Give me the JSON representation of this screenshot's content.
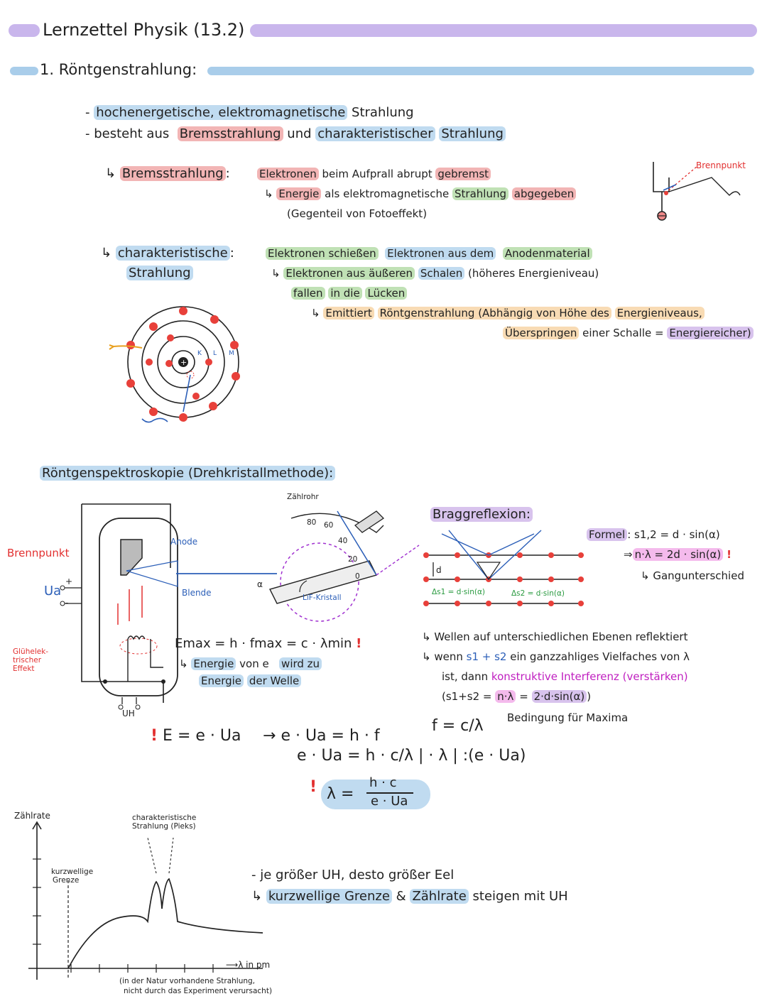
{
  "colors": {
    "purple": "#c9b6ec",
    "blue": "#a9cdea",
    "red": "#e23030",
    "dot": "#e8403a",
    "arrow_blue": "#2c5fb8",
    "magenta": "#c020c0"
  },
  "title": "Lernzettel Physik (13.2)",
  "section1": "1. Röntgenstrahlung:",
  "bullets": [
    {
      "dash": "-",
      "a": "hochenergetische, elektromagnetische",
      "b": "Strahlung"
    },
    {
      "dash": "-",
      "a": "besteht aus",
      "b": "Bremsstrahlung",
      "c": "und",
      "d": "charakteristischer",
      "e": "Strahlung"
    }
  ],
  "brems": {
    "label": "Bremsstrahlung",
    "colon": ":",
    "line1": [
      "Elektronen",
      "beim Aufprall abrupt",
      "gebremst"
    ],
    "line2": [
      "Energie",
      "als elektromagnetische",
      "Strahlung",
      "abgegeben"
    ],
    "line3": "(Gegenteil von Fotoeffekt)",
    "focal": "Brennpunkt"
  },
  "charak": {
    "label1": "charakteristische",
    "label2": "Strahlung",
    "colon": ":",
    "line1": [
      "Elektronen schießen",
      "Elektronen aus dem",
      "Anodenmaterial"
    ],
    "line2": [
      "Elektronen aus äußeren",
      "Schalen",
      "(höheres Energieniveau)"
    ],
    "line3": [
      "fallen",
      "in die",
      "Lücken"
    ],
    "line4": [
      "Emittiert",
      "Röntgenstrahlung (Abhängig von Höhe des",
      "Energieniveaus,"
    ],
    "line5": [
      "Überspringen",
      "einer Schalle =",
      "Energiereicher)"
    ],
    "shells": [
      "K",
      "L",
      "M"
    ],
    "plus": "+"
  },
  "spectro": {
    "title": "Röntgenspektroskopie (Drehkristallmethode):",
    "anode": "Anode",
    "blende": "Blende",
    "focal": "Brennpunkt",
    "ua": "Ua",
    "gluh": [
      "Glühelek-",
      "trischer",
      "Effekt"
    ],
    "uh": "UH",
    "plus": "+",
    "minus": "-",
    "zaehlrohr": "Zählrohr",
    "lif": "LiF-Kristall",
    "alpha": "α",
    "scale": [
      "80",
      "60",
      "40",
      "20",
      "0"
    ]
  },
  "bragg": {
    "title": "Braggreflexion:",
    "formel_label": "Formel",
    "formel": "s1,2 = d · sin(α)",
    "formel2": "n·λ = 2d · sin(α)",
    "excl": "!",
    "gang": "Gangunterschied",
    "d": "d",
    "s1": "Δs1 = d·sin(α)",
    "s2": "Δs2 = d·sin(α)",
    "l1": "Wellen auf unterschiedlichen Ebenen reflektiert",
    "l2a": "wenn",
    "l2b": "s1 + s2",
    "l2c": "ein ganzzahliges Vielfaches von λ",
    "l3a": "ist, dann",
    "l3b": "konstruktive Interferenz (verstärken)",
    "l4a": "(s1+s2 =",
    "l4b": "n·λ",
    "l4c": "=",
    "l4d": "2·d·sin(α)",
    "l4e": ")",
    "l5": "Bedingung für Maxima"
  },
  "equations": {
    "emax": "Emax = h · fmax = c · λmin",
    "excl": "!",
    "energie1a": "Energie",
    "energie1b": "von e",
    "energie1c": "wird zu",
    "energie2a": "Energie",
    "energie2b": "der Welle",
    "e_eua": "E = e · Ua",
    "eq1": "e · Ua = h · f",
    "f": "f = c/λ",
    "eq2": "e · Ua = h · c/λ  | · λ  | :(e · Ua)",
    "lambda_num": "h · c",
    "lambda_den": "e · Ua",
    "lambda_lhs": "λ ="
  },
  "graph": {
    "ylabel": "Zählrate",
    "xlabel": "λ in pm",
    "grenze": [
      "kurzwellige",
      "Grenze"
    ],
    "peaks": [
      "charakteristische",
      "Strahlung (Pieks)"
    ],
    "note1": "(in der Natur vorhandene Strahlung,",
    "note2": "nicht durch das Experiment verursacht)"
  },
  "conclusion": {
    "l1": "- je größer UH, desto größer Eel",
    "l2a": "kurzwellige Grenze",
    "l2b": "&",
    "l2c": "Zählrate",
    "l2d": "steigen mit UH"
  }
}
